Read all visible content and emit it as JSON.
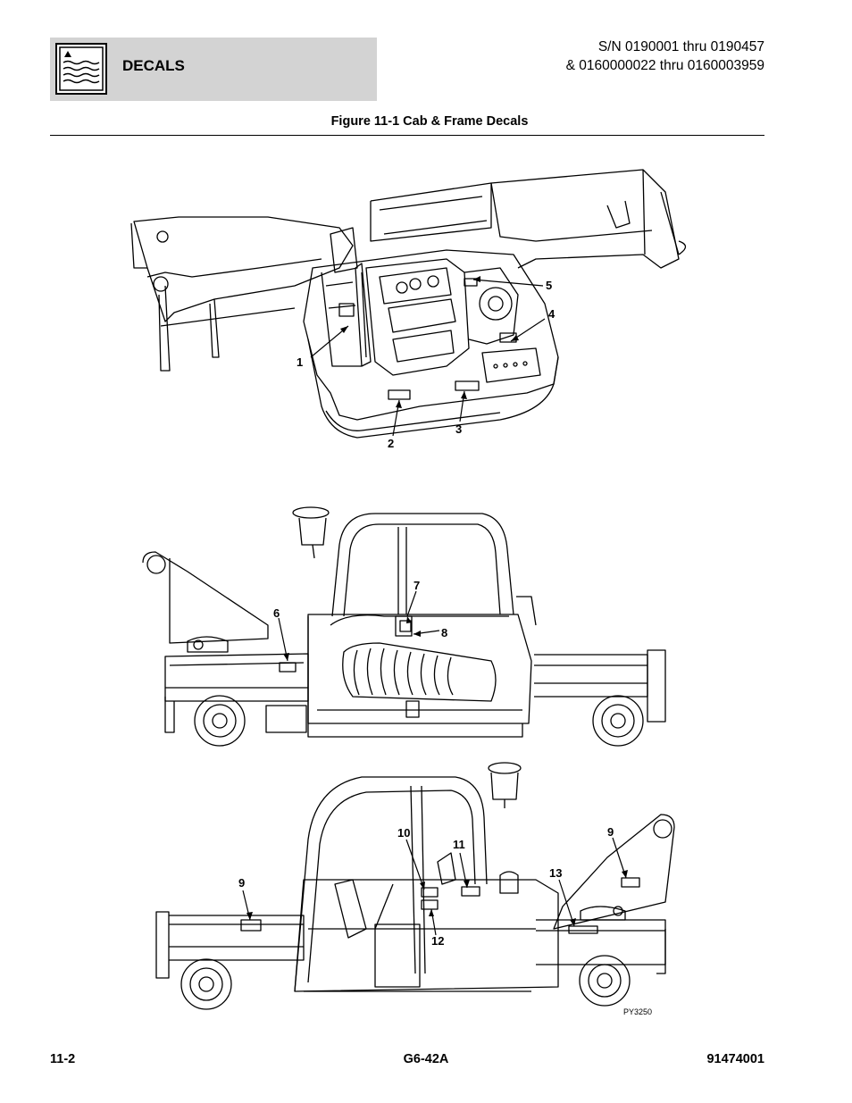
{
  "header": {
    "section": "DECALS",
    "serial_line1": "S/N 0190001 thru 0190457",
    "serial_line2": "& 0160000022 thru 0160003959"
  },
  "figure": {
    "title": "Figure 11-1 Cab & Frame Decals",
    "code": "PY3250",
    "callouts": [
      "1",
      "2",
      "3",
      "4",
      "5",
      "6",
      "7",
      "8",
      "9",
      "10",
      "11",
      "12",
      "13"
    ]
  },
  "footer": {
    "page": "11-2",
    "model": "G6-42A",
    "doc_number": "91474001"
  },
  "icons": [
    "section-decals-icon"
  ]
}
